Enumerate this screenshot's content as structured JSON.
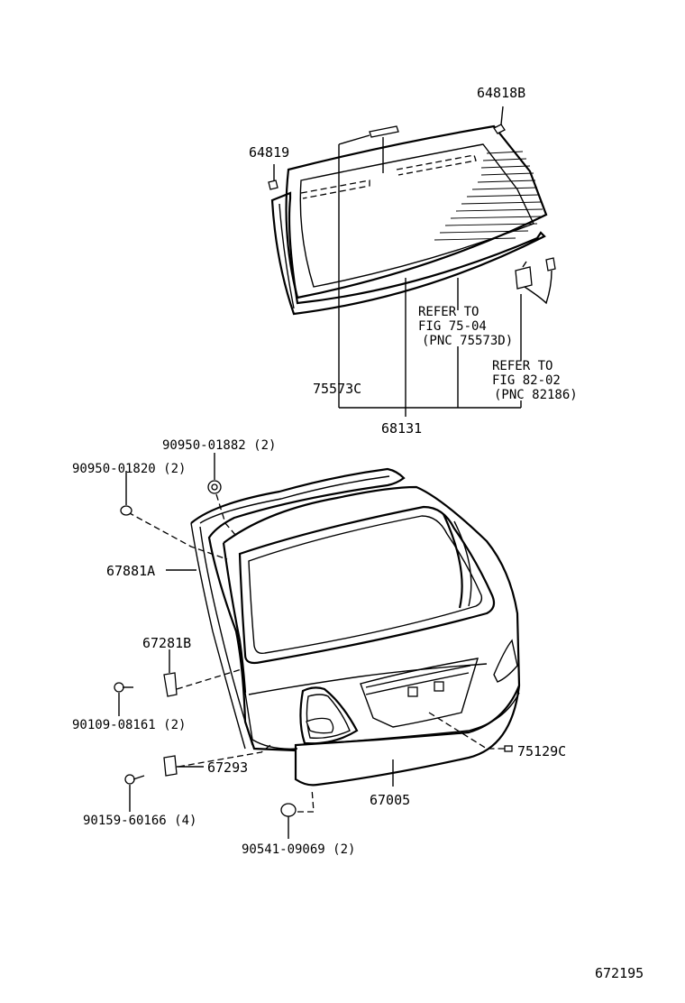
{
  "labels": {
    "p64818b": "64818B",
    "p64819": "64819",
    "refer1_line1": "REFER TO",
    "refer1_line2": "FIG 75-04",
    "refer1_line3": "(PNC 75573D)",
    "refer2_line1": "REFER TO",
    "refer2_line2": "FIG 82-02",
    "refer2_line3": "(PNC 82186)",
    "p75573c": "75573C",
    "p68131": "68131",
    "p90950_01882": "90950-01882 (2)",
    "p90950_01820": "90950-01820 (2)",
    "p67881a": "67881A",
    "p67281b": "67281B",
    "p90109_08161": "90109-08161 (2)",
    "p67293": "67293",
    "p90159_60166": "90159-60166 (4)",
    "p75129c": "75129C",
    "p67005": "67005",
    "p90541_09069": "90541-09069 (2)",
    "figure_number": "672195"
  }
}
